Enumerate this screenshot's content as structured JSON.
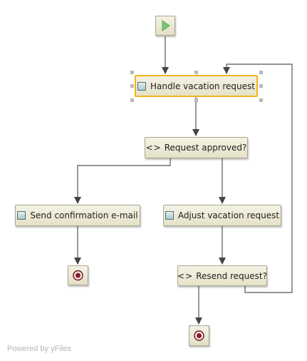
{
  "diagram": {
    "nodes": {
      "handle_request": "Handle vacation request",
      "request_approved": "Request approved?",
      "send_confirmation": "Send confirmation e-mail",
      "adjust_request": "Adjust vacation request",
      "resend_request": "Resend request?"
    },
    "icons": {
      "start": "play-icon",
      "end": "stop-icon",
      "task": "task-icon",
      "gateway": "diamond-brackets-icon"
    },
    "colors": {
      "node_fill_top": "#f4f2e4",
      "node_fill_bottom": "#e6e2c8",
      "selected_border": "#f2b31b",
      "edge": "#444444",
      "start_triangle": "#7ac77a",
      "end_dot": "#8a1c2a"
    }
  },
  "watermark": "Powered by yFiles"
}
